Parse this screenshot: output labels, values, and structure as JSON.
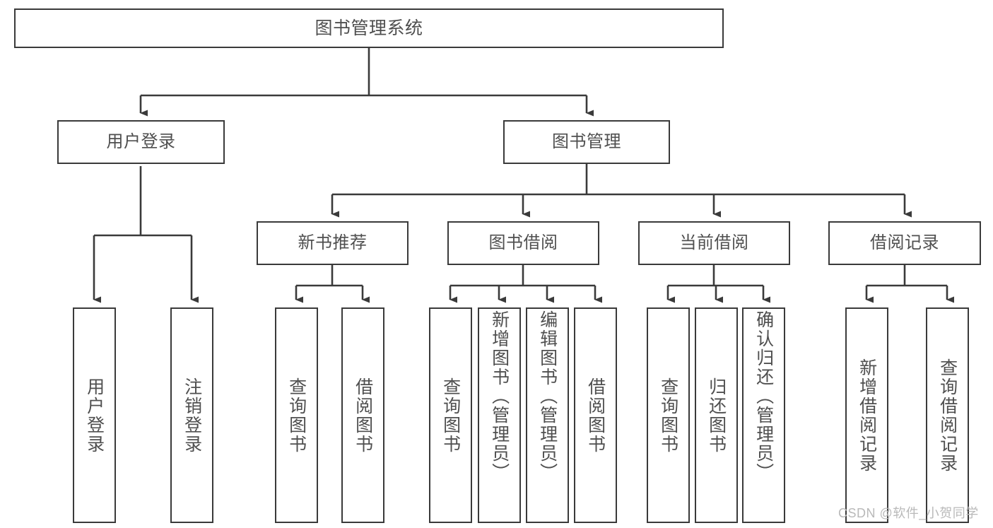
{
  "diagram": {
    "title": "图书管理系统",
    "type": "tree-hierarchy-chart",
    "watermark": "CSDN @软件_小贺同学",
    "colors": {
      "background": "#ffffff",
      "box_border": "#3a3a3a",
      "box_fill": "#ffffff",
      "text": "#4f4f4f",
      "connector": "#3a3a3a",
      "watermark": "#b9b9b9"
    },
    "levels": {
      "level0": [
        "图书管理系统"
      ],
      "level1": [
        "用户登录",
        "图书管理"
      ],
      "level2": [
        "新书推荐",
        "图书借阅",
        "当前借阅",
        "借阅记录"
      ],
      "level3": [
        "用户登录",
        "注销登录",
        "查询图书",
        "借阅图书",
        "查询图书",
        "新增图书（管理员）",
        "编辑图书（管理员）",
        "借阅图书",
        "查询图书",
        "归还图书",
        "确认归还（管理员）",
        "新增借阅记录",
        "查询借阅记录"
      ]
    },
    "nodes": {
      "root": {
        "label": "图书管理系统"
      },
      "user_login": {
        "label": "用户登录"
      },
      "book_manage": {
        "label": "图书管理"
      },
      "new_book_rec": {
        "label": "新书推荐"
      },
      "book_borrow": {
        "label": "图书借阅"
      },
      "current_borrow": {
        "label": "当前借阅"
      },
      "borrow_record": {
        "label": "借阅记录"
      },
      "leaf_user_login": {
        "label": "用户登录"
      },
      "leaf_logout": {
        "label": "注销登录"
      },
      "leaf_query_book_a": {
        "label": "查询图书"
      },
      "leaf_borrow_book_a": {
        "label": "借阅图书"
      },
      "leaf_query_book_b": {
        "label": "查询图书"
      },
      "leaf_add_book_admin": {
        "label": "新增图书（管理员）"
      },
      "leaf_edit_book_admin": {
        "label": "编辑图书（管理员）"
      },
      "leaf_borrow_book_b": {
        "label": "借阅图书"
      },
      "leaf_query_book_c": {
        "label": "查询图书"
      },
      "leaf_return_book": {
        "label": "归还图书"
      },
      "leaf_confirm_return_admin": {
        "label": "确认归还（管理员）"
      },
      "leaf_add_record": {
        "label": "新增借阅记录"
      },
      "leaf_query_record": {
        "label": "查询借阅记录"
      }
    },
    "edges": [
      {
        "from": "图书管理系统",
        "to": "用户登录"
      },
      {
        "from": "图书管理系统",
        "to": "图书管理"
      },
      {
        "from": "用户登录",
        "to": "用户登录"
      },
      {
        "from": "用户登录",
        "to": "注销登录"
      },
      {
        "from": "图书管理",
        "to": "新书推荐"
      },
      {
        "from": "图书管理",
        "to": "图书借阅"
      },
      {
        "from": "图书管理",
        "to": "当前借阅"
      },
      {
        "from": "图书管理",
        "to": "借阅记录"
      },
      {
        "from": "新书推荐",
        "to": "查询图书"
      },
      {
        "from": "新书推荐",
        "to": "借阅图书"
      },
      {
        "from": "图书借阅",
        "to": "查询图书"
      },
      {
        "from": "图书借阅",
        "to": "新增图书（管理员）"
      },
      {
        "from": "图书借阅",
        "to": "编辑图书（管理员）"
      },
      {
        "from": "图书借阅",
        "to": "借阅图书"
      },
      {
        "from": "当前借阅",
        "to": "查询图书"
      },
      {
        "from": "当前借阅",
        "to": "归还图书"
      },
      {
        "from": "当前借阅",
        "to": "确认归还（管理员）"
      },
      {
        "from": "借阅记录",
        "to": "新增借阅记录"
      },
      {
        "from": "借阅记录",
        "to": "查询借阅记录"
      }
    ]
  }
}
